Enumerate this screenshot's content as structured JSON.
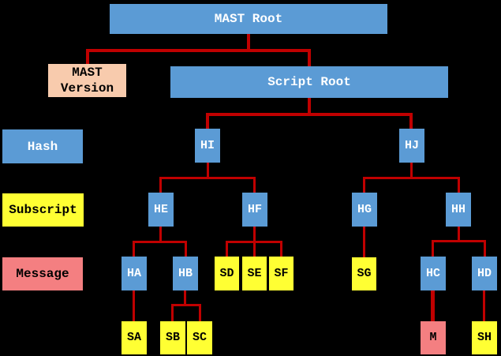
{
  "colors": {
    "hash_blue": "#5b9bd5",
    "subscript_yellow": "#ffff33",
    "message_salmon": "#f47f81",
    "version_peach": "#f8cbad",
    "connector": "#c00000",
    "background": "#000000"
  },
  "legend": {
    "hash": "Hash",
    "subscript": "Subscript",
    "message": "Message"
  },
  "nodes": {
    "mast_root": "MAST Root",
    "mast_version": "MAST Version",
    "script_root": "Script Root",
    "hi": "HI",
    "hj": "HJ",
    "he": "HE",
    "hf": "HF",
    "hg": "HG",
    "hh": "HH",
    "ha": "HA",
    "hb": "HB",
    "hc": "HC",
    "hd": "HD",
    "sa": "SA",
    "sb": "SB",
    "sc": "SC",
    "sd": "SD",
    "se": "SE",
    "sf": "SF",
    "sg": "SG",
    "sh": "SH",
    "m": "M"
  }
}
